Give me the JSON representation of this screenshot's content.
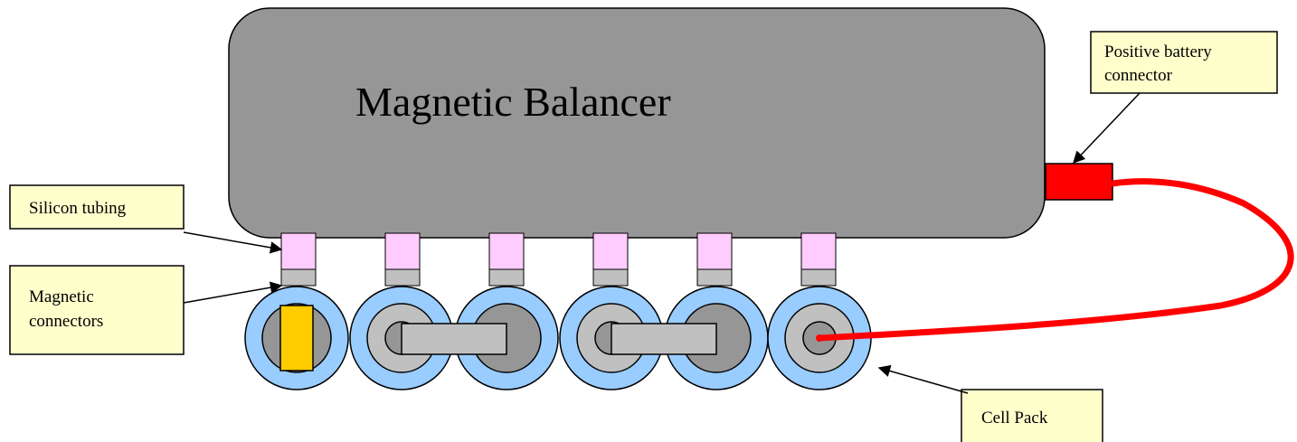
{
  "diagram": {
    "title": "Magnetic Balancer",
    "callouts": {
      "positive_connector": {
        "line1": "Positive battery",
        "line2": "connector"
      },
      "silicon_tubing": {
        "text": "Silicon tubing"
      },
      "magnetic_connectors": {
        "line1": "Magnetic",
        "line2": "connectors"
      },
      "cell_pack": {
        "text": "Cell Pack"
      }
    }
  },
  "colors": {
    "balancer_fill": "#969696",
    "tubing_pink": "#ffccff",
    "connector_gray": "#c0c0c0",
    "cell_outer": "#99ccff",
    "cell_mid": "#c0c0c0",
    "cell_inner": "#969696",
    "cell_tab": "#ffcc00",
    "battery_red": "#ff0000",
    "callout_fill": "#ffffcc"
  }
}
